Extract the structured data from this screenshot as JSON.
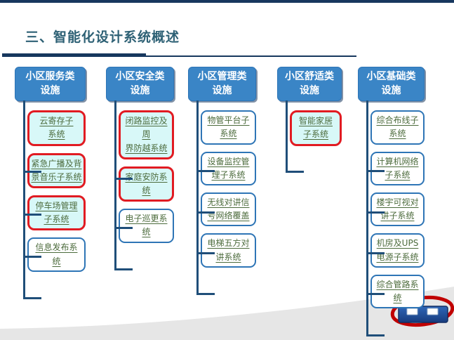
{
  "slide": {
    "title": "三、智能化设计系统概述",
    "colors": {
      "top_rule": "#17375E",
      "title_text": "#2E6175",
      "header_fill": "#3A85C6",
      "connector": "#1F4E79",
      "highlight_border": "#E11B22",
      "highlight_fill": "#D8F8F8",
      "normal_border": "#2E75B6",
      "item_text": "#4C6B3C"
    }
  },
  "chart": {
    "type": "tree",
    "columns": [
      {
        "id": "service",
        "label": "小区服务类\n设施",
        "items": [
          {
            "label": "云寄存子\n系统",
            "highlighted": true
          },
          {
            "label": "紧急广播及背\n景音乐子系统",
            "highlighted": true
          },
          {
            "label": "停车场管理\n子系统",
            "highlighted": true
          },
          {
            "label": "信息发布系\n统",
            "highlighted": false
          }
        ]
      },
      {
        "id": "security",
        "label": "小区安全类\n设施",
        "items": [
          {
            "label": "闭路监控及周\n界防越系统",
            "highlighted": true
          },
          {
            "label": "家庭安防系\n统",
            "highlighted": true
          },
          {
            "label": "电子巡更系\n统",
            "highlighted": false
          }
        ]
      },
      {
        "id": "management",
        "label": "小区管理类\n设施",
        "items": [
          {
            "label": "物管平台子\n系统",
            "highlighted": false
          },
          {
            "label": "设备监控管\n理子系统",
            "highlighted": false
          },
          {
            "label": "无线对讲信\n号网络覆盖",
            "highlighted": false
          },
          {
            "label": "电梯五方对\n讲系统",
            "highlighted": false
          }
        ]
      },
      {
        "id": "comfort",
        "label": "小区舒适类\n设施",
        "items": [
          {
            "label": "智能家居\n子系统",
            "highlighted": true
          }
        ]
      },
      {
        "id": "infrastructure",
        "label": "小区基础类\n设施",
        "items": [
          {
            "label": "综合布线子\n系统",
            "highlighted": false
          },
          {
            "label": "计算机网络\n子系统",
            "highlighted": false
          },
          {
            "label": "楼宇可视对\n讲子系统",
            "highlighted": false
          },
          {
            "label": "机房及UPS\n电源子系统",
            "highlighted": false
          },
          {
            "label": "综合管路系\n统",
            "highlighted": false
          }
        ]
      }
    ]
  }
}
